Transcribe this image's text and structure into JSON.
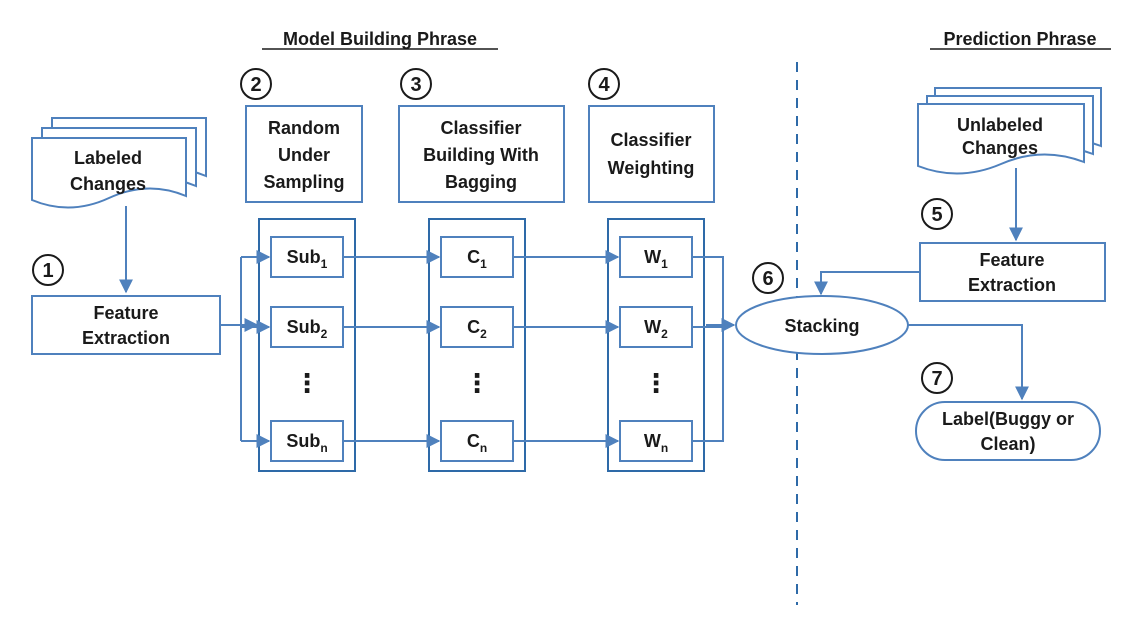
{
  "headers": {
    "model_building": "Model Building Phrase",
    "prediction": "Prediction Phrase"
  },
  "steps": {
    "s1": "1",
    "s2": "2",
    "s3": "3",
    "s4": "4",
    "s5": "5",
    "s6": "6",
    "s7": "7"
  },
  "labeled_changes": [
    "Labeled",
    "Changes"
  ],
  "unlabeled_changes": [
    "Unlabeled",
    "Changes"
  ],
  "feature_extraction_left": [
    "Feature",
    "Extraction"
  ],
  "feature_extraction_right": [
    "Feature",
    "Extraction"
  ],
  "random_under_sampling": [
    "Random",
    "Under",
    "Sampling"
  ],
  "classifier_building": [
    "Classifier",
    "Building With",
    "Bagging"
  ],
  "classifier_weighting": [
    "Classifier",
    "Weighting"
  ],
  "sub_boxes": {
    "base": "Sub",
    "subs": [
      "1",
      "2",
      "n"
    ]
  },
  "classifier_boxes": {
    "base": "C",
    "subs": [
      "1",
      "2",
      "n"
    ]
  },
  "weight_boxes": {
    "base": "W",
    "subs": [
      "1",
      "2",
      "n"
    ]
  },
  "ellipsis": "⋮",
  "stacking": "Stacking",
  "output_label": [
    "Label(Buggy or",
    "Clean)"
  ],
  "colors": {
    "stroke": "#4f81bd",
    "group_stroke": "#2e6aa8",
    "divider": "#2e6aa8",
    "text": "#1a1a1a"
  }
}
